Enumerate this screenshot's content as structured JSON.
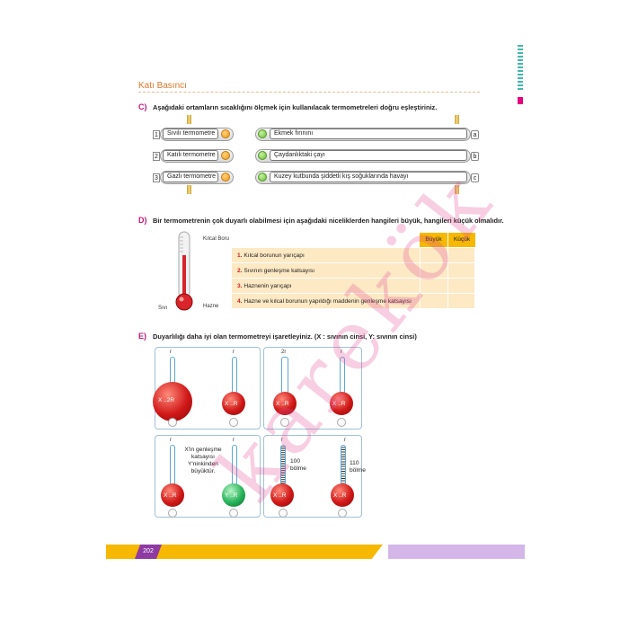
{
  "header": {
    "title": "Katı Basıncı"
  },
  "section_c": {
    "letter": "C)",
    "question": "Aşağıdaki ortamların sıcaklığını ölçmek için kullanılacak termometreleri doğru eşleştiriniz.",
    "left_items": [
      {
        "num": "1",
        "label": "Sıvılı termometre"
      },
      {
        "num": "2",
        "label": "Katılı termometre"
      },
      {
        "num": "3",
        "label": "Gazlı termometre"
      }
    ],
    "right_items": [
      {
        "letter": "a",
        "label": "Ekmek fırınını"
      },
      {
        "letter": "b",
        "label": "Çaydanlıktaki çayı"
      },
      {
        "letter": "c",
        "label": "Kuzey kutbunda şiddetli kış soğuklarında havayı"
      }
    ]
  },
  "section_d": {
    "letter": "D)",
    "question": "Bir termometrenin çok duyarlı olabilmesi için aşağıdaki niceliklerden hangileri büyük, hangileri küçük olmalıdır.",
    "labels": {
      "capillary": "Kılcal Boru",
      "liquid": "Sıvı",
      "bulb": "Hazne"
    },
    "columns": [
      "Büyük",
      "Küçük"
    ],
    "rows": [
      {
        "num": "1.",
        "text": "Kılcal borunun yarıçapı"
      },
      {
        "num": "2.",
        "text": "Sıvının genleşme katsayısı"
      },
      {
        "num": "3.",
        "text": "Haznenin yarıçapı"
      },
      {
        "num": "4.",
        "text": "Hazne ve kılcal borunun yapıldığı maddenin genleşme katsayısı"
      }
    ]
  },
  "section_e": {
    "letter": "E)",
    "question": "Duyarlılığı daha iyi olan termometreyi işaretleyiniz. (X : sıvının cinsi, Y: sıvının cinsi)",
    "panel1": {
      "left_tube": "r",
      "left_bulb": "X  ..2R",
      "right_tube": "r",
      "right_bulb": "X  ..R"
    },
    "panel2": {
      "left_tube": "2r",
      "left_bulb": "X  ..R",
      "right_tube": "r",
      "right_bulb": "X  ..R"
    },
    "panel3": {
      "left_tube": "r",
      "left_bulb": "X  ..R",
      "right_tube": "r",
      "right_bulb": "Y  ..R",
      "note": "X'in genleşme katsayısı Y'ninkinden büyüktür."
    },
    "panel4": {
      "left_tube": "r",
      "left_bulb": "X  ..R",
      "left_scale": "100 bölme",
      "right_tube": "r",
      "right_bulb": "X  ..R",
      "right_scale": "110 bölme"
    }
  },
  "footer": {
    "page_number": "202"
  },
  "watermark": {
    "text": "karekök"
  }
}
